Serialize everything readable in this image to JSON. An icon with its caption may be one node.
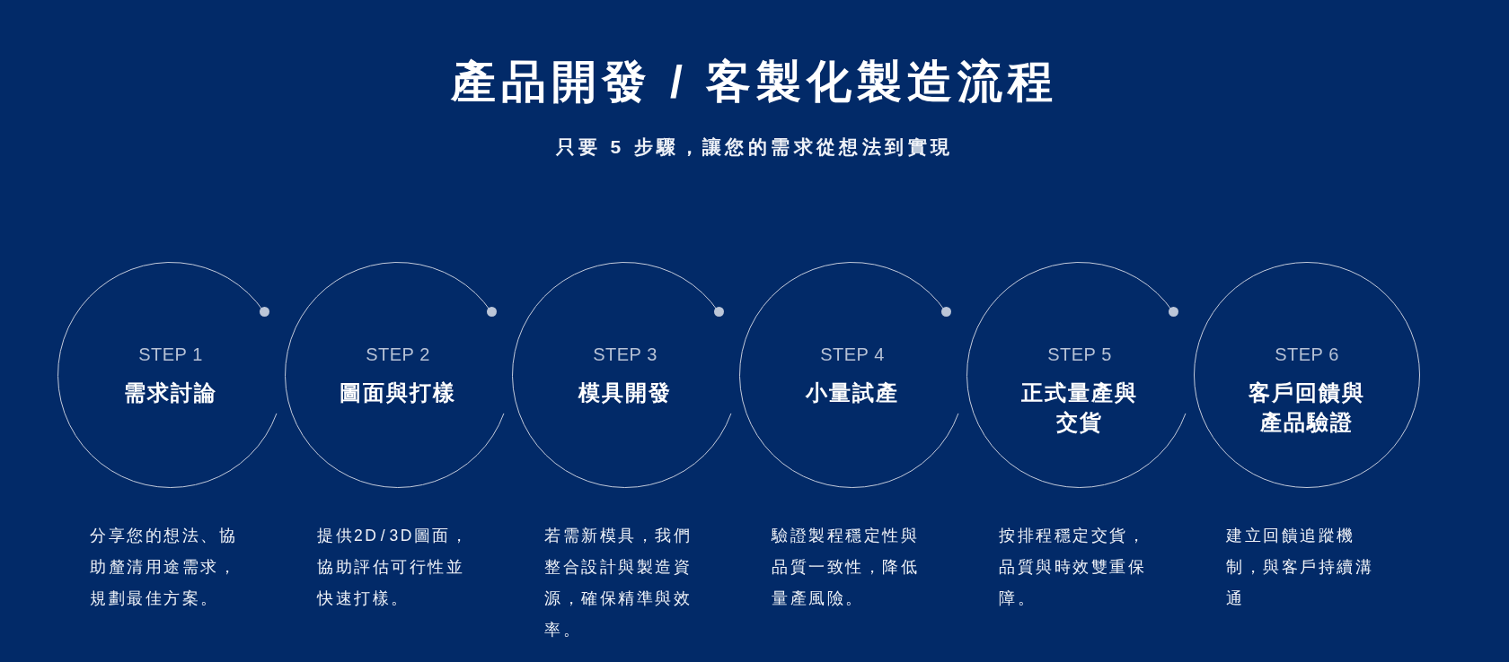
{
  "diagram": {
    "title": "產品開發 / 客製化製造流程",
    "nodes": [
      {
        "text": [
          "STEP 1",
          "需求討論"
        ],
        "beside": [
          "分享您的想法、協助釐清用途需求，規劃最佳方案。"
        ]
      },
      {
        "text": [
          "STEP 2",
          "圖面與打樣"
        ],
        "beside": [
          "提供2D / 3D圖面，協助評估可行性並快速打樣。"
        ]
      },
      {
        "text": [
          "STEP 3",
          "模具開發"
        ],
        "beside": [
          "若需新模具，我們整合設計與製造資源，確保精準與效率。"
        ]
      },
      {
        "text": [
          "STEP 4",
          "小量試產"
        ],
        "beside": [
          "驗證製程穩定性與品質一致性，降低量產風險。"
        ]
      },
      {
        "text": [
          "STEP 5",
          "正式量產與交貨"
        ],
        "beside": [
          "按排程穩定交貨，品質與時效雙重保障。"
        ]
      },
      {
        "text": [
          "STEP 6",
          "客戶回饋與產品驗證"
        ],
        "beside": [
          "建立回饋追蹤機制，與客戶持續溝通"
        ]
      }
    ],
    "labels": [
      "只要 5 步驟，讓您的需求從想法到實現"
    ]
  }
}
